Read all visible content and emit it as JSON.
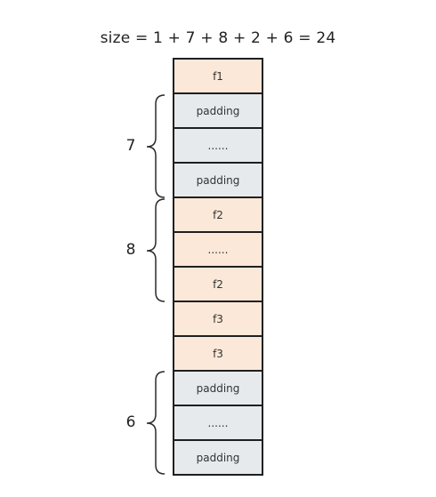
{
  "title": "size = 1 + 7 + 8 + 2 + 6 = 24",
  "cells": [
    {
      "label": "f1",
      "kind": "field"
    },
    {
      "label": "padding",
      "kind": "pad"
    },
    {
      "label": "......",
      "kind": "pad"
    },
    {
      "label": "padding",
      "kind": "pad"
    },
    {
      "label": "f2",
      "kind": "field"
    },
    {
      "label": "......",
      "kind": "field"
    },
    {
      "label": "f2",
      "kind": "field"
    },
    {
      "label": "f3",
      "kind": "field"
    },
    {
      "label": "f3",
      "kind": "field"
    },
    {
      "label": "padding",
      "kind": "pad"
    },
    {
      "label": "......",
      "kind": "pad"
    },
    {
      "label": "padding",
      "kind": "pad"
    }
  ],
  "braces": [
    {
      "label": "7"
    },
    {
      "label": "8"
    },
    {
      "label": "6"
    }
  ],
  "colors": {
    "field": "#fbe8d8",
    "padding": "#e6eaed",
    "border": "#1f1f1f"
  }
}
